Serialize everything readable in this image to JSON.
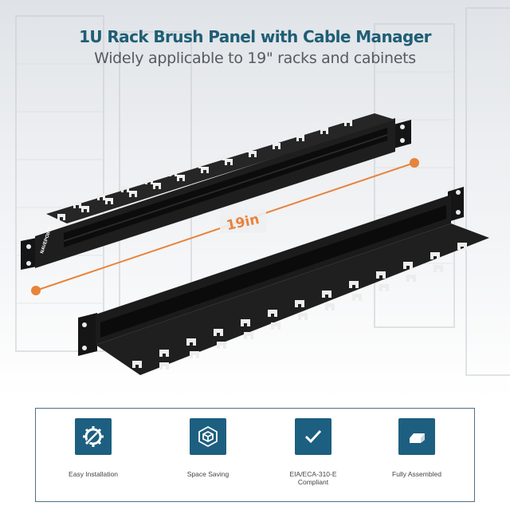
{
  "header": {
    "title": "1U Rack Brush Panel with Cable Manager",
    "subtitle": "Widely applicable to 19\" racks and cabinets"
  },
  "product": {
    "brand_logo": "NAVEPOINT",
    "dimension_label": "19in",
    "accent_color": "#e8833a"
  },
  "features": [
    {
      "label": "Easy Installation",
      "icon": "wrench-gear-icon"
    },
    {
      "label": "Space Saving",
      "icon": "cube-box-icon"
    },
    {
      "label": "EIA/ECA-310-E Compliant",
      "icon": "checkmark-icon"
    },
    {
      "label": "Fully Assembled",
      "icon": "block-icon"
    }
  ],
  "colors": {
    "title": "#1f5e75",
    "icon_tile": "#1d5f80",
    "panel": "#1a1a1a",
    "box_border": "#4f6f86"
  }
}
